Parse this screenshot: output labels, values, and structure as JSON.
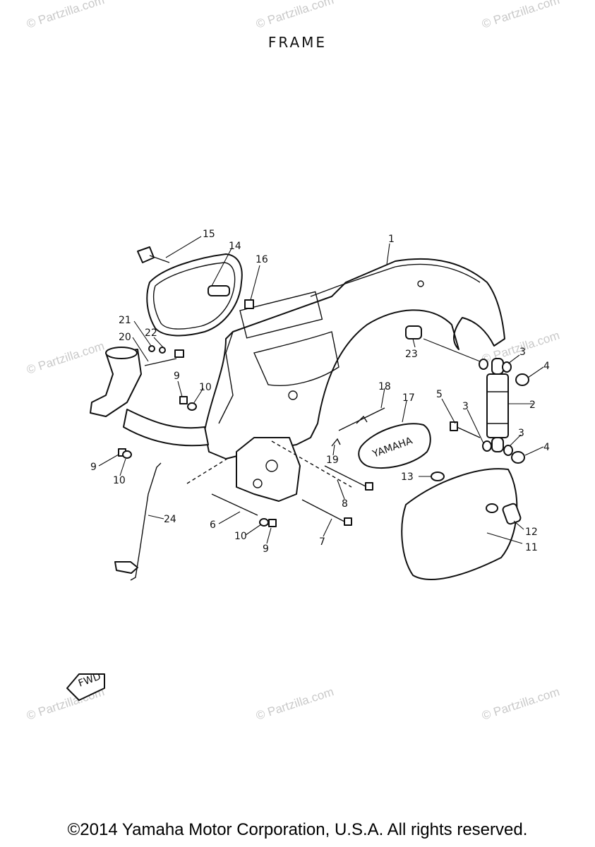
{
  "title": "FRAME",
  "copyright": "©2014 Yamaha Motor Corporation, U.S.A. All rights reserved.",
  "watermark": "© Partzilla.com",
  "fwd_label": "FWD",
  "decal_text": "YAMAHA",
  "callouts": [
    "1",
    "2",
    "3",
    "3",
    "3",
    "4",
    "4",
    "5",
    "6",
    "7",
    "8",
    "9",
    "9",
    "9",
    "10",
    "10",
    "10",
    "11",
    "12",
    "13",
    "14",
    "15",
    "16",
    "17",
    "18",
    "19",
    "20",
    "21",
    "22",
    "23",
    "24"
  ]
}
